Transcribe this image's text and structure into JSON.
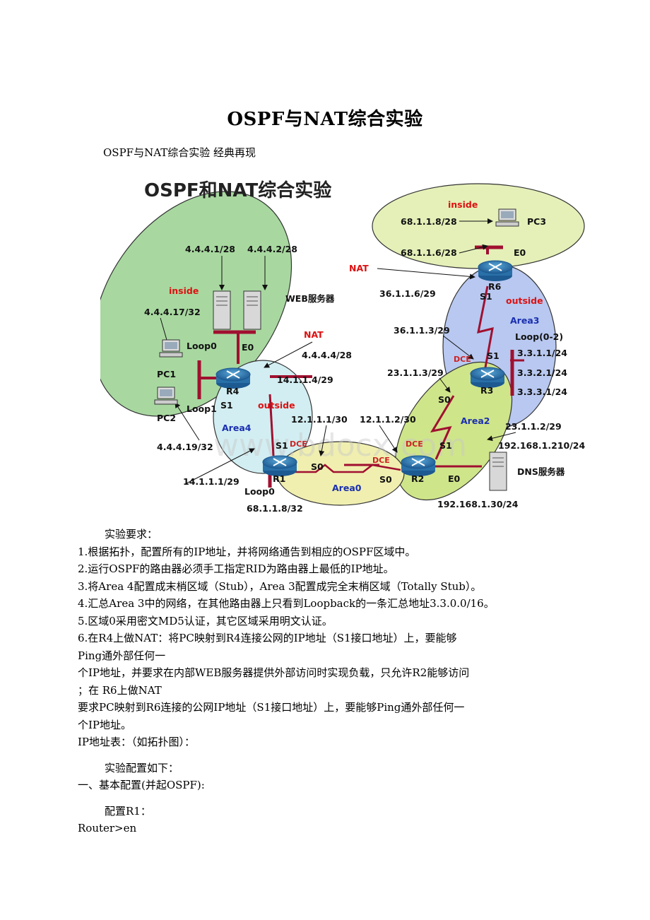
{
  "doc": {
    "title": "OSPF与NAT综合实验",
    "subtitle": "OSPF与NAT综合实验 经典再现"
  },
  "figure": {
    "title": "OSPF和NAT综合实验",
    "watermark": "www.bdocx.com",
    "labels": {
      "inside_top": "inside",
      "ip_68_1_1_8_28": "68.1.1.8/28",
      "pc3": "PC3",
      "ip_68_1_1_6_28": "68.1.1.6/28",
      "e0_r6": "E0",
      "nat_r6": "NAT",
      "r6": "R6",
      "ip_36_1_1_6_29": "36.1.1.6/29",
      "s1_r6": "S1",
      "outside_r6": "outside",
      "area3": "Area3",
      "loop02": "Loop(0-2)",
      "ip_36_1_1_3_29": "36.1.1.3/29",
      "dce_r3": "DCE",
      "s1_r3": "S1",
      "ip_3_3_1_1": "3.3.1.1/24",
      "ip_3_3_2_1": "3.3.2.1/24",
      "ip_3_3_3_1": "3.3.3.1/24",
      "ip_23_1_1_3_29": "23.1.1.3/29",
      "r3": "R3",
      "s0_r3": "S0",
      "area2": "Area2",
      "ip_23_1_1_2_29": "23.1.1.2/29",
      "dce_r2": "DCE",
      "s1_r2": "S1",
      "ip_192_168_1_210": "192.168.1.210/24",
      "dns": "DNS服务器",
      "r2": "R2",
      "s0_r2": "S0",
      "e0_r2": "E0",
      "ip_192_168_1_30": "192.168.1.30/24",
      "ip_4_4_4_1_28": "4.4.4.1/28",
      "ip_4_4_4_2_28": "4.4.4.2/28",
      "inside_left": "inside",
      "web": "WEB服务器",
      "ip_4_4_4_17_32": "4.4.4.17/32",
      "loop0_r4": "Loop0",
      "e0_r4": "E0",
      "nat_r4": "NAT",
      "ip_4_4_4_4_28": "4.4.4.4/28",
      "pc1": "PC1",
      "r4": "R4",
      "ip_14_1_1_4_29": "14.1.1.4/29",
      "s1_r4": "S1",
      "outside_r4": "outside",
      "pc2": "PC2",
      "loop1_r4": "Loop1",
      "area4": "Area4",
      "ip_12_1_1_1_30": "12.1.1.1/30",
      "ip_12_1_1_2_30": "12.1.1.2/30",
      "dce_r1": "DCE",
      "dce_r2b": "DCE",
      "ip_4_4_4_19_32": "4.4.4.19/32",
      "s1_r1": "S1",
      "r1": "R1",
      "s0_r1": "S0",
      "ip_14_1_1_1_29": "14.1.1.1/29",
      "area0": "Area0",
      "loop0_r1": "Loop0",
      "ip_68_1_1_8_32": "68.1.1.8/32"
    }
  },
  "body": {
    "req_heading": "实验要求：",
    "req1": "1.根据拓扑，配置所有的IP地址，并将网络通告到相应的OSPF区域中。",
    "req2": "2.运行OSPF的路由器必须手工指定RID为路由器上最低的IP地址。",
    "req3": "3.将Area 4配置成末梢区域（Stub），Area 3配置成完全末梢区域（Totally Stub）。",
    "req4": "4.汇总Area 3中的网络，在其他路由器上只看到Loopback的一条汇总地址3.3.0.0/16。",
    "req5": "5.区域0采用密文MD5认证，其它区域采用明文认证。",
    "req6a": "6.在R4上做NAT：将PC映射到R4连接公网的IP地址（S1接口地址）上，要能够",
    "req6b": "Ping通外部任何一",
    "req6c": "个IP地址，并要求在内部WEB服务器提供外部访问时实现负载，只允许R2能够访问",
    "req6d": "；在 R6上做NAT",
    "req6e": "要求PC映射到R6连接的公网IP地址（S1接口地址）上，要能够Ping通外部任何一",
    "req6f": "个IP地址。",
    "iptable": "IP地址表：（如拓扑图）：",
    "config_heading": "实验配置如下：",
    "section1": "一、基本配置(并起OSPF):",
    "config_r1": "配置R1：",
    "cmd1": "Router>en"
  }
}
